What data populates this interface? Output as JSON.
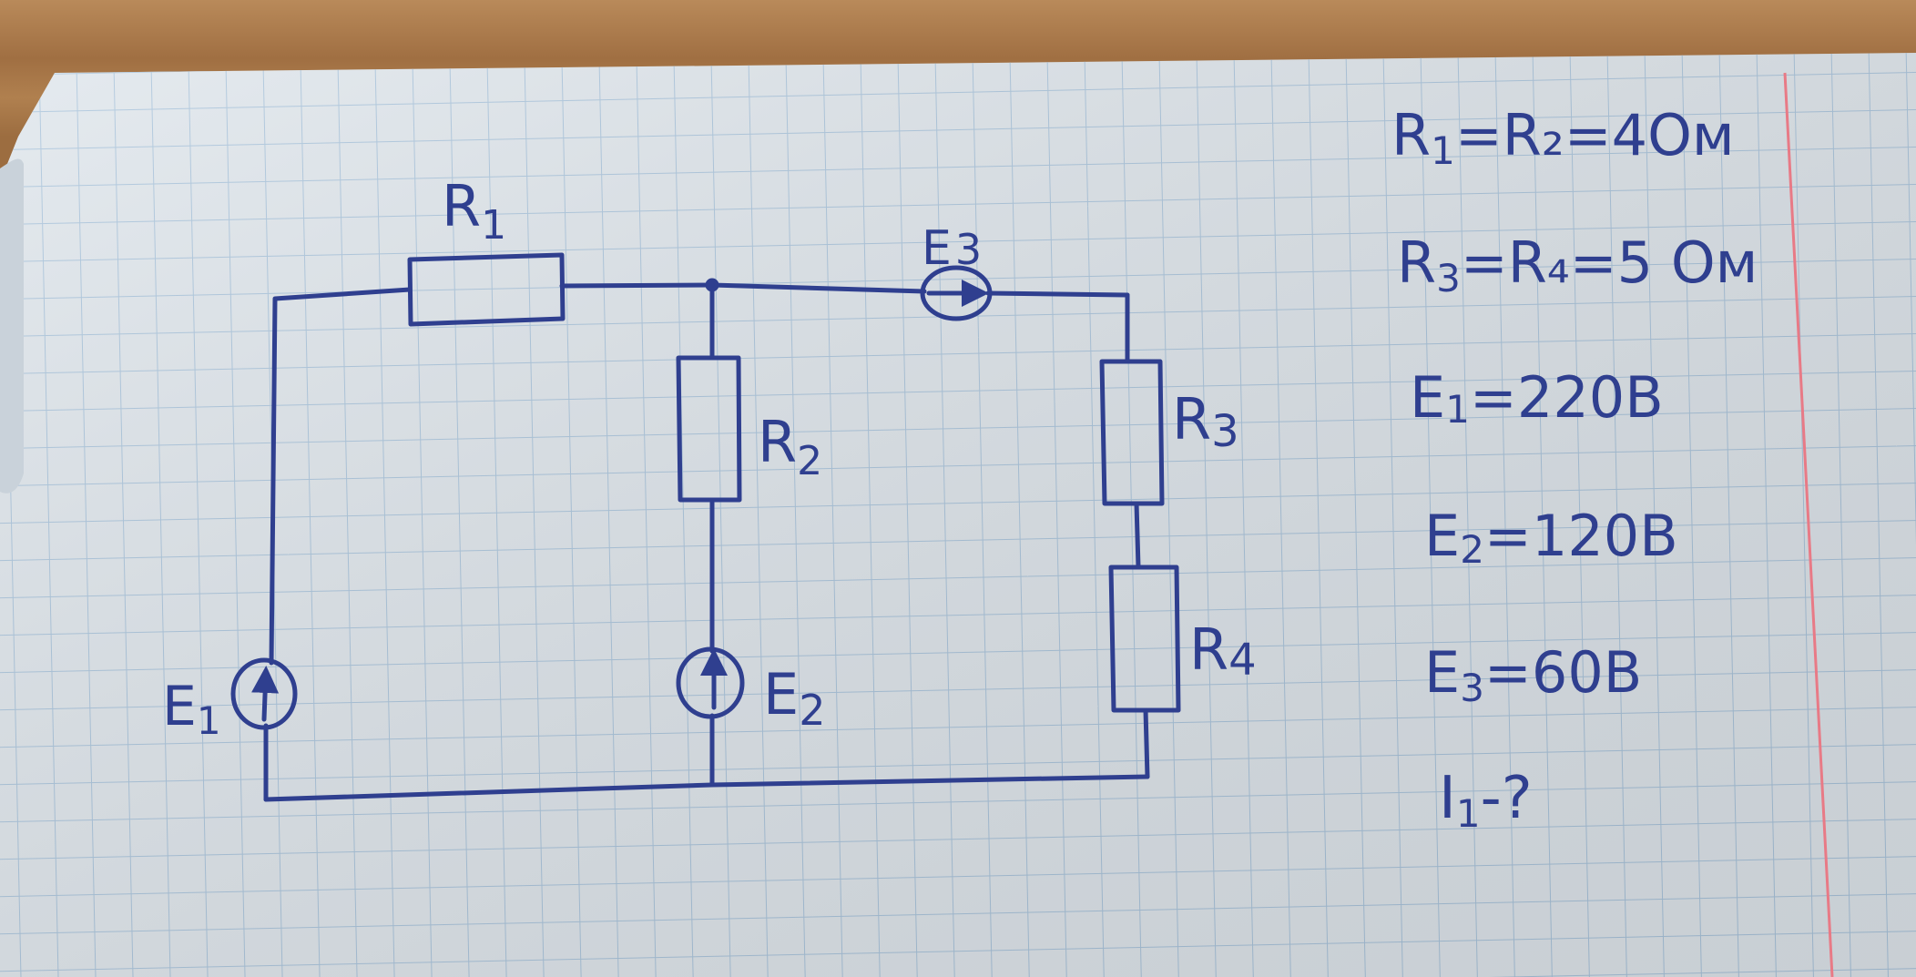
{
  "diagram": {
    "components": {
      "R1": {
        "label": "R1",
        "base": "R",
        "sub": "1"
      },
      "R2": {
        "label": "R2",
        "base": "R",
        "sub": "2"
      },
      "R3": {
        "label": "R3",
        "base": "R",
        "sub": "3"
      },
      "R4": {
        "label": "R4",
        "base": "R",
        "sub": "4"
      },
      "E1": {
        "label": "E1",
        "base": "E",
        "sub": "1"
      },
      "E2": {
        "label": "E2",
        "base": "E",
        "sub": "2"
      },
      "E3": {
        "label": "E3",
        "base": "E",
        "sub": "3"
      }
    },
    "given": [
      {
        "base": "R",
        "sub": "1",
        "rest": "=R₂=4Ом",
        "text": "R₁=R₂=4Ом"
      },
      {
        "base": "R",
        "sub": "3",
        "rest": "=R₄=5 Ом",
        "text": "R₃=R₄=5 Ом"
      },
      {
        "base": "E",
        "sub": "1",
        "rest": "=220В",
        "text": "E₁=220В"
      },
      {
        "base": "E",
        "sub": "2",
        "rest": "=120В",
        "text": "E₂=120В"
      },
      {
        "base": "E",
        "sub": "3",
        "rest": "=60В",
        "text": "E₃=60В"
      },
      {
        "base": "I",
        "sub": "1",
        "rest": "-?",
        "text": "I₁-?"
      }
    ],
    "colors": {
      "ink": "#2f3f8f",
      "grid": "#a9c4dc",
      "paper": "#dfe6ec",
      "margin_line": "#e87a86"
    }
  }
}
